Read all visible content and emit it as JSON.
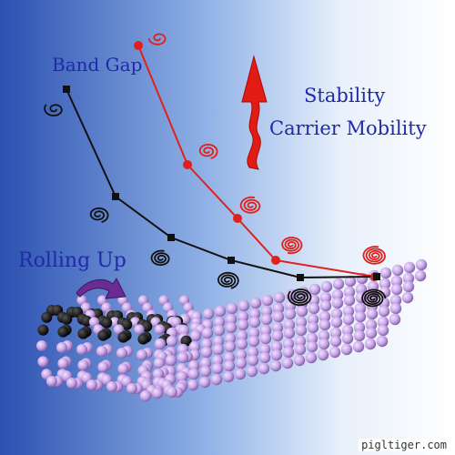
{
  "labels": {
    "band_gap": "Band Gap",
    "stability": "Stability",
    "carrier_mobility": "Carrier Mobility",
    "rolling_up": "Rolling Up"
  },
  "watermark": "pigltiger.com",
  "colors": {
    "background_dark": "#2e54b3",
    "background_light": "#ffffff",
    "text_blue": "#1f2aa6",
    "stability_curve": "#e0201a",
    "band_gap_curve": "#111111",
    "atom": "#c9a6e8",
    "arrow_red": "#e21b14",
    "arrow_purple": "#6a2c92"
  },
  "icons": [
    "spiral-icon",
    "up-arrow-icon",
    "curved-arrow-icon"
  ]
}
